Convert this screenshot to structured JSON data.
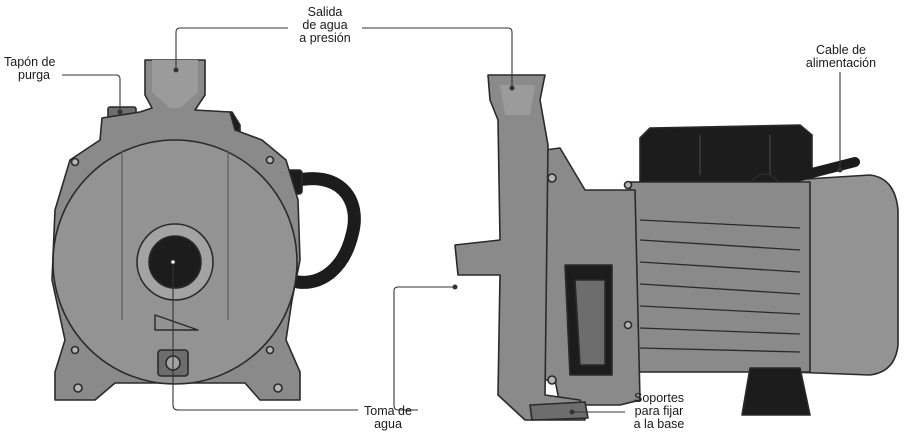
{
  "labels": {
    "salida": [
      "Salida",
      "de agua",
      "a presión"
    ],
    "tapon": [
      "Tapón de",
      "purga"
    ],
    "cable": [
      "Cable de",
      "alimentación"
    ],
    "toma": [
      "Toma de",
      "agua"
    ],
    "soportes": [
      "Soportes",
      "para fijar",
      "a la base"
    ]
  },
  "colors": {
    "body": "#8a8a8a",
    "body_light": "#a3a3a3",
    "body_dark": "#6d6d6d",
    "outline": "#2a2a2a",
    "black": "#1c1c1c",
    "leader": "#333333"
  }
}
